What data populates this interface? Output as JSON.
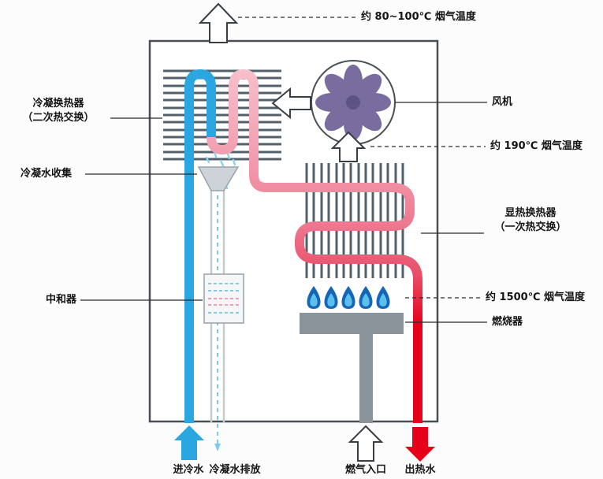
{
  "diagram": {
    "type": "condensing-gas-water-heater-schematic",
    "top_label": "约 80~100℃ 烟气温度",
    "left_labels": {
      "condensing_exchanger_line1": "冷凝换热器",
      "condensing_exchanger_line2": "（二次热交换）",
      "condensate_collection": "冷凝水收集",
      "neutralizer": "中和器"
    },
    "right_labels": {
      "fan": "风机",
      "flue_190": "约 190℃ 烟气温度",
      "sensible_exchanger_line1": "显热换热器",
      "sensible_exchanger_line2": "（一次热交换）",
      "flue_1500": "约 1500℃ 烟气温度",
      "burner": "燃烧器"
    },
    "bottom_labels": {
      "cold_water_in": "进冷水",
      "condensate_drain": "冷凝水排放",
      "gas_inlet": "燃气入口",
      "hot_water_out": "出热水"
    },
    "colors": {
      "cold_water": "#2aa7e1",
      "hot_water": "#e60019",
      "pipe_warm_light": "#f6bfca",
      "fins": "#51606b",
      "burner_gray": "#8b949b",
      "flame_outer": "#1566b5",
      "flame_inner": "#5cc0ee",
      "fan_blades": "#6e6096",
      "condensate_blue": "#7ec9ec",
      "cabinet_outline": "#4a4f55"
    },
    "icons": [
      "exhaust-arrow-icon",
      "fan-icon",
      "flue-left-arrow-icon",
      "flue-up-arrow-icon",
      "burner-flames-icon",
      "cold-inlet-arrow-icon",
      "gas-inlet-arrow-icon",
      "hot-outlet-arrow-icon",
      "condensate-drip-icon"
    ]
  }
}
